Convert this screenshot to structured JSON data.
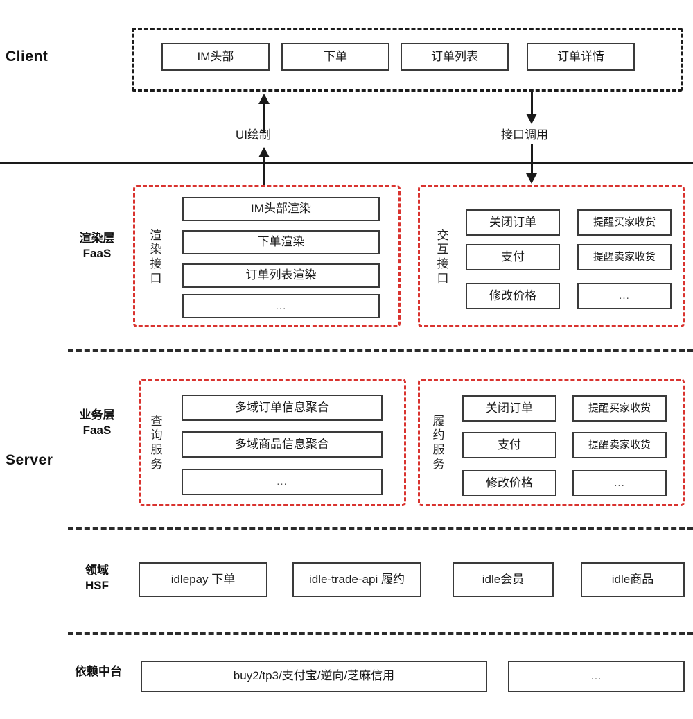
{
  "diagram": {
    "title_client": "Client",
    "title_server": "Server"
  },
  "client": {
    "boxes": [
      {
        "label": "IM头部"
      },
      {
        "label": "下单"
      },
      {
        "label": "订单列表"
      },
      {
        "label": "订单详情"
      }
    ]
  },
  "arrows": [
    {
      "label": "UI绘制",
      "direction": "up"
    },
    {
      "label": "接口调用",
      "direction": "down"
    }
  ],
  "render_layer": {
    "row_label_line1": "渲染层",
    "row_label_line2": "FaaS",
    "left_group": {
      "caption": "渲染接口",
      "caption_chars": [
        "渲",
        "染",
        "接",
        "口"
      ],
      "items": [
        {
          "label": "IM头部渲染"
        },
        {
          "label": "下单渲染"
        },
        {
          "label": "订单列表渲染"
        },
        {
          "label": "..."
        }
      ]
    },
    "right_group": {
      "caption": "交互接口",
      "caption_chars": [
        "交",
        "互",
        "接",
        "口"
      ],
      "items_col1": [
        {
          "label": "关闭订单"
        },
        {
          "label": "支付"
        },
        {
          "label": "修改价格"
        }
      ],
      "items_col2": [
        {
          "label": "提醒买家收货"
        },
        {
          "label": "提醒卖家收货"
        },
        {
          "label": "..."
        }
      ]
    }
  },
  "business_layer": {
    "row_label_line1": "业务层",
    "row_label_line2": "FaaS",
    "left_group": {
      "caption": "查询服务",
      "caption_chars": [
        "查",
        "询",
        "服",
        "务"
      ],
      "items": [
        {
          "label": "多域订单信息聚合"
        },
        {
          "label": "多域商品信息聚合"
        },
        {
          "label": "..."
        }
      ]
    },
    "right_group": {
      "caption": "履约服务",
      "caption_chars": [
        "履",
        "约",
        "服",
        "务"
      ],
      "items_col1": [
        {
          "label": "关闭订单"
        },
        {
          "label": "支付"
        },
        {
          "label": "修改价格"
        }
      ],
      "items_col2": [
        {
          "label": "提醒买家收货"
        },
        {
          "label": "提醒卖家收货"
        },
        {
          "label": "..."
        }
      ]
    }
  },
  "domain_layer": {
    "row_label_line1": "领域",
    "row_label_line2": "HSF",
    "items": [
      {
        "label": "idlepay 下单"
      },
      {
        "label": "idle-trade-api 履约"
      },
      {
        "label": "idle会员"
      },
      {
        "label": "idle商品"
      }
    ]
  },
  "platform_layer": {
    "row_label": "依赖中台",
    "items": [
      {
        "label": "buy2/tp3/支付宝/逆向/芝麻信用"
      },
      {
        "label": "..."
      }
    ]
  },
  "colors": {
    "red_dashed": "#d9332f",
    "black_dashed": "#2b2b2b",
    "box_border": "#3a3a3a"
  }
}
